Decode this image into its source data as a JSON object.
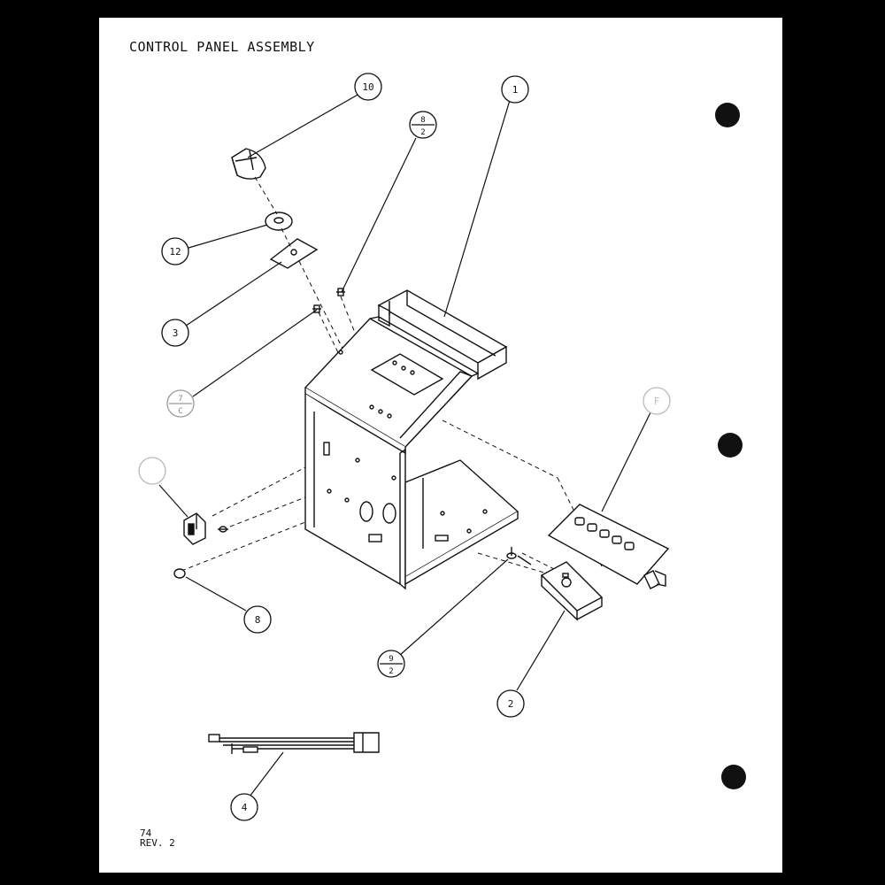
{
  "title": "CONTROL PANEL ASSEMBLY",
  "page_number": "74",
  "revision": "REV. 2",
  "callouts": [
    {
      "id": "c10",
      "label": "10"
    },
    {
      "id": "c1",
      "label": "1"
    },
    {
      "id": "c8-2",
      "top": "8",
      "bottom": "2"
    },
    {
      "id": "c12",
      "label": "12"
    },
    {
      "id": "c3",
      "label": "3"
    },
    {
      "id": "c7-c",
      "top": "7",
      "bottom": "C"
    },
    {
      "id": "c-blank-left",
      "label": ""
    },
    {
      "id": "c-blank-right",
      "label": "F"
    },
    {
      "id": "c8",
      "label": "8"
    },
    {
      "id": "c9-2",
      "top": "9",
      "bottom": "2"
    },
    {
      "id": "c2",
      "label": "2"
    },
    {
      "id": "c4",
      "label": "4"
    }
  ]
}
